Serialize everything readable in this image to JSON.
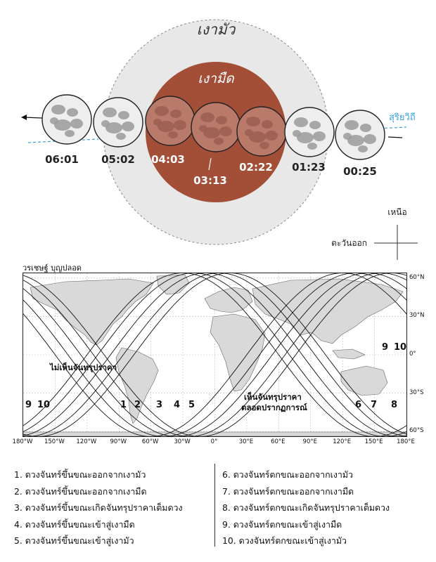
{
  "diagram": {
    "penumbra_label": "เงามัว",
    "umbra_label": "เงามืด",
    "ecliptic_label": "สุริยวิถี",
    "times": [
      "06:01",
      "05:02",
      "04:03",
      "03:13",
      "02:22",
      "01:23",
      "00:25"
    ],
    "compass": {
      "north": "เหนือ",
      "east": "ตะวันออก"
    },
    "colors": {
      "umbra": "#a34f38",
      "penumbra": "#e8e8e8",
      "ecliptic": "#3aa0dc",
      "moon_red": "#b97a6a"
    }
  },
  "map": {
    "credit": "วรเชษฐ์ บุญปลอด",
    "label_no_eclipse": "ไม่เห็นจันทรุปราคา",
    "label_full_eclipse_line1": "เห็นจันทรุปราคา",
    "label_full_eclipse_line2": "ตลอดปรากฏการณ์",
    "x_ticks": [
      "180°W",
      "150°W",
      "120°W",
      "90°W",
      "60°W",
      "30°W",
      "0°",
      "30°E",
      "60°E",
      "90°E",
      "120°E",
      "150°E",
      "180°E"
    ],
    "y_ticks": [
      "60°N",
      "30°N",
      "0°",
      "30°S",
      "60°S"
    ],
    "curve_numbers": [
      "1",
      "2",
      "3",
      "4",
      "5",
      "6",
      "7",
      "8",
      "9",
      "10",
      "9",
      "10"
    ]
  },
  "legend": {
    "left": [
      "1. ดวงจันทร์ขึ้นขณะออกจากเงามัว",
      "2. ดวงจันทร์ขึ้นขณะออกจากเงามืด",
      "3. ดวงจันทร์ขึ้นขณะเกิดจันทรุปราคาเต็มดวง",
      "4. ดวงจันทร์ขึ้นขณะเข้าสู่เงามืด",
      "5. ดวงจันทร์ขึ้นขณะเข้าสู่เงามัว"
    ],
    "right": [
      "6. ดวงจันทร์ตกขณะออกจากเงามัว",
      "7. ดวงจันทร์ตกขณะออกจากเงามืด",
      "8. ดวงจันทร์ตกขณะเกิดจันทรุปราคาเต็มดวง",
      "9. ดวงจันทร์ตกขณะเข้าสู่เงามืด",
      "10. ดวงจันทร์ตกขณะเข้าสู่เงามัว"
    ]
  }
}
